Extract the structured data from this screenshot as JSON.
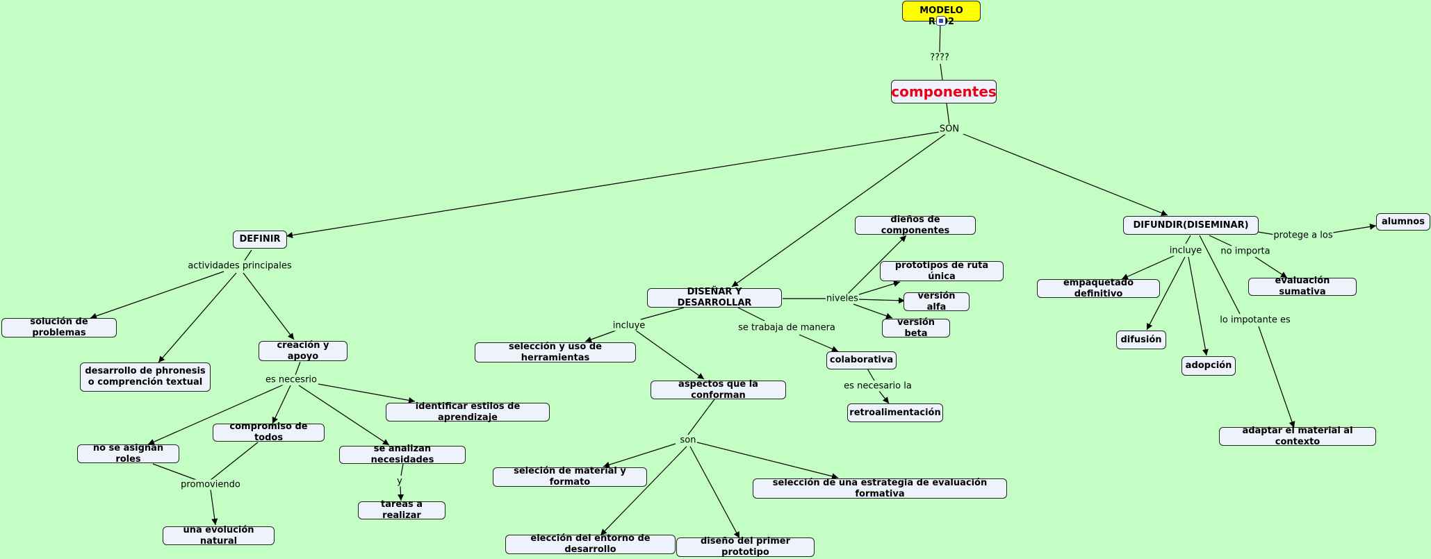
{
  "nodes": {
    "modelo": "MODELO R202",
    "componentes": "componentes",
    "definir": "DEFINIR",
    "disenar": "DISEÑAR Y DESARROLLAR",
    "difundir": "DIFUNDIR(DISEMINAR)",
    "solucion": "solución de problemas",
    "phronesis": "desarrollo de phronesis o comprención textual",
    "creacion": "creación y apoyo",
    "no_roles": "no se asignan roles",
    "compromiso": "compromiso de todos",
    "necesidades": "se analizan necesidades",
    "estilos": "identificar estilos de aprendizaje",
    "tareas": "tareas a realizar",
    "evolucion": "una evolución natural",
    "herramientas": "selección y uso de herramientas",
    "aspectos": "aspectos que la conforman",
    "material": "seleción de material y formato",
    "estrategia": "selección de una estrategia de evaluación formativa",
    "entorno": "elección del entorno de desarrollo",
    "prototipo_diseno": "diseño del primer prototipo",
    "disenos_comp": "dieños de componentes",
    "prototipos_ruta": "prototipos de ruta única",
    "alfa": "versión alfa",
    "beta": "versión beta",
    "colaborativa": "colaborativa",
    "retro": "retroalimentación",
    "empaquetado": "empaquetado definitivo",
    "difusion": "difusión",
    "adopcion": "adopción",
    "eval_sumativa": "evaluación sumativa",
    "alumnos": "alumnos",
    "adaptar": "adaptar el material al contexto"
  },
  "links": {
    "q": "????",
    "son_top": "SON",
    "actividades": "actividades principales",
    "es_necesrio": "es necesrio",
    "promoviendo": "promoviendo",
    "y": "y",
    "incluye_d": "incluye",
    "son_mid": "son",
    "niveles": "niveles",
    "trabaja": "se trabaja de manera",
    "necesario_la": "es necesario la",
    "incluye_r": "incluye",
    "protege": "protege a los",
    "no_importa": "no importa",
    "lo_importante": "lo impotante es"
  },
  "colors": {
    "background": "#c4fec4",
    "node_fill": "#eef2fb",
    "root_fill": "#ffff00",
    "main_text": "#e8001a"
  }
}
